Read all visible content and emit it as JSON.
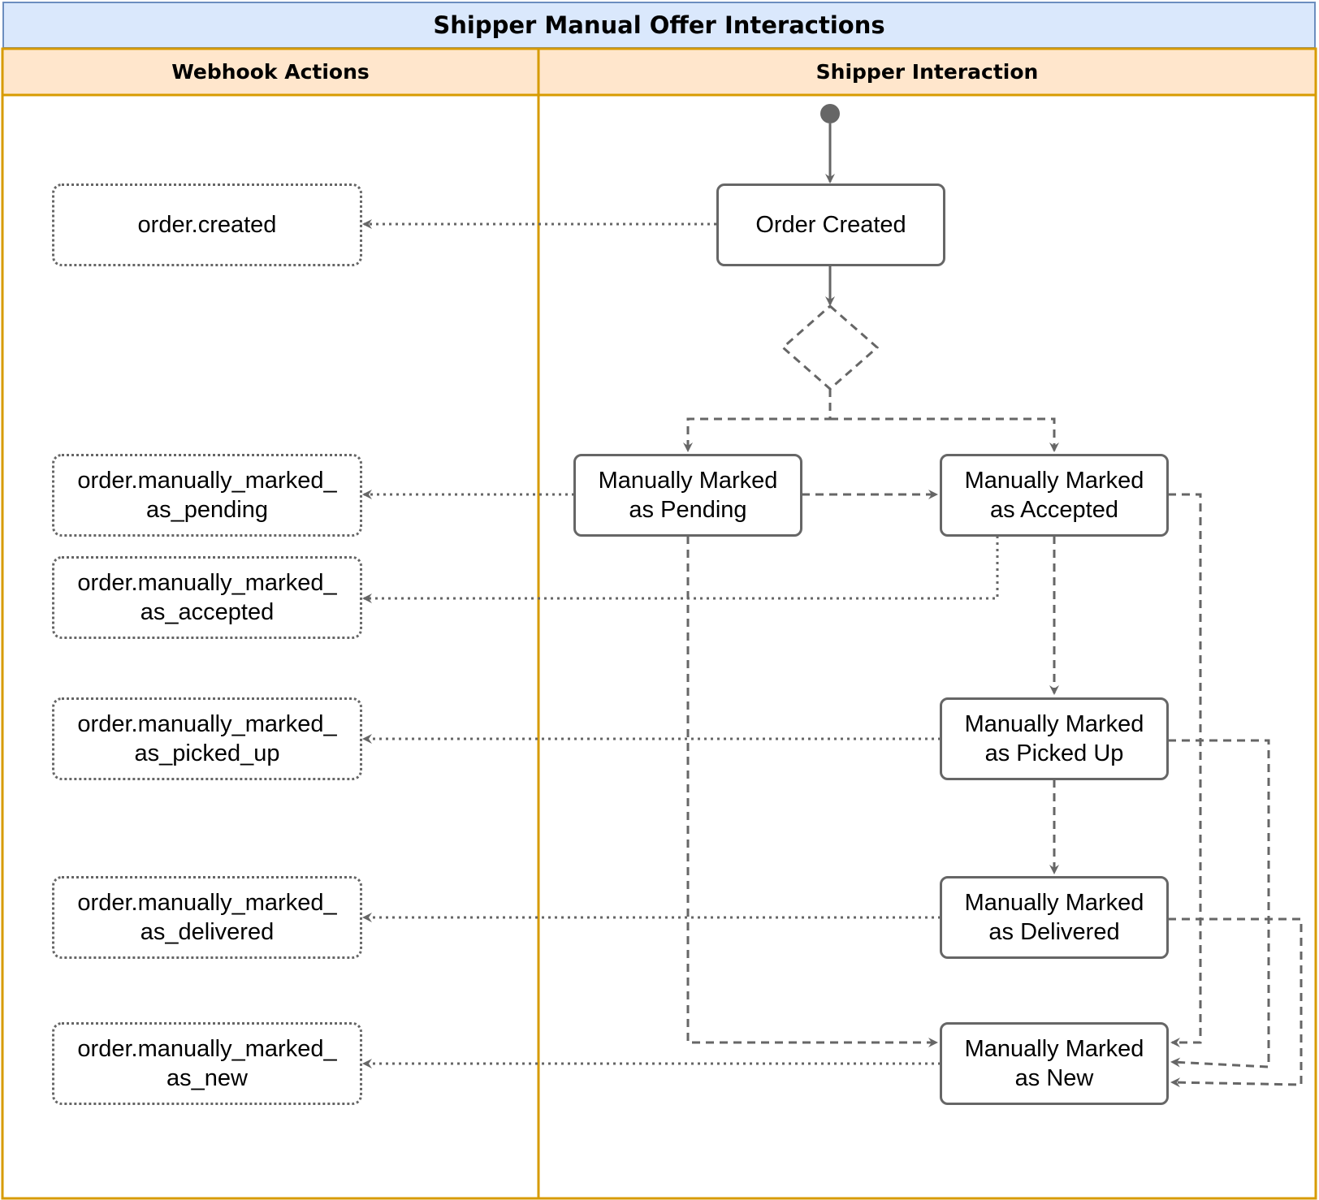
{
  "title": "Shipper Manual Offer Interactions",
  "lanes": {
    "webhook": "Webhook Actions",
    "shipper": "Shipper Interaction"
  },
  "states": {
    "order_created": "Order Created",
    "pending": "Manually Marked\nas Pending",
    "accepted": "Manually Marked\nas Accepted",
    "picked_up": "Manually Marked\nas Picked Up",
    "delivered": "Manually Marked\nas Delivered",
    "new": "Manually Marked\nas New"
  },
  "events": {
    "created": "order.created",
    "pending": "order.manually_marked_\nas_pending",
    "accepted": "order.manually_marked_\nas_accepted",
    "picked_up": "order.manually_marked_\nas_picked_up",
    "delivered": "order.manually_marked_\nas_delivered",
    "new": "order.manually_marked_\nas_new"
  },
  "colors": {
    "title_fill": "#dae8fc",
    "lane_fill": "#ffe6cc",
    "lane_border": "#d79b00",
    "connector": "#666666"
  }
}
